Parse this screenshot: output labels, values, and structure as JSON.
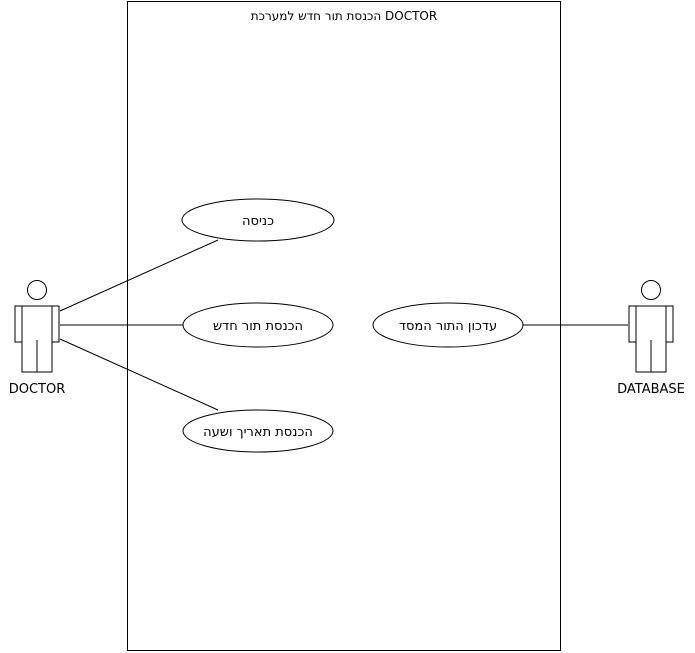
{
  "system": {
    "title": "הכנסת תור חדש למערכת DOCTOR"
  },
  "actors": {
    "doctor": {
      "label": "DOCTOR"
    },
    "database": {
      "label": "DATABASE"
    }
  },
  "use_cases": {
    "login": {
      "label": "כניסה"
    },
    "new_appointment": {
      "label": "הכנסת תור חדש"
    },
    "date_time": {
      "label": "הכנסת תאריך ושעה"
    },
    "update_db": {
      "label": "עדכון התור המסד"
    }
  }
}
